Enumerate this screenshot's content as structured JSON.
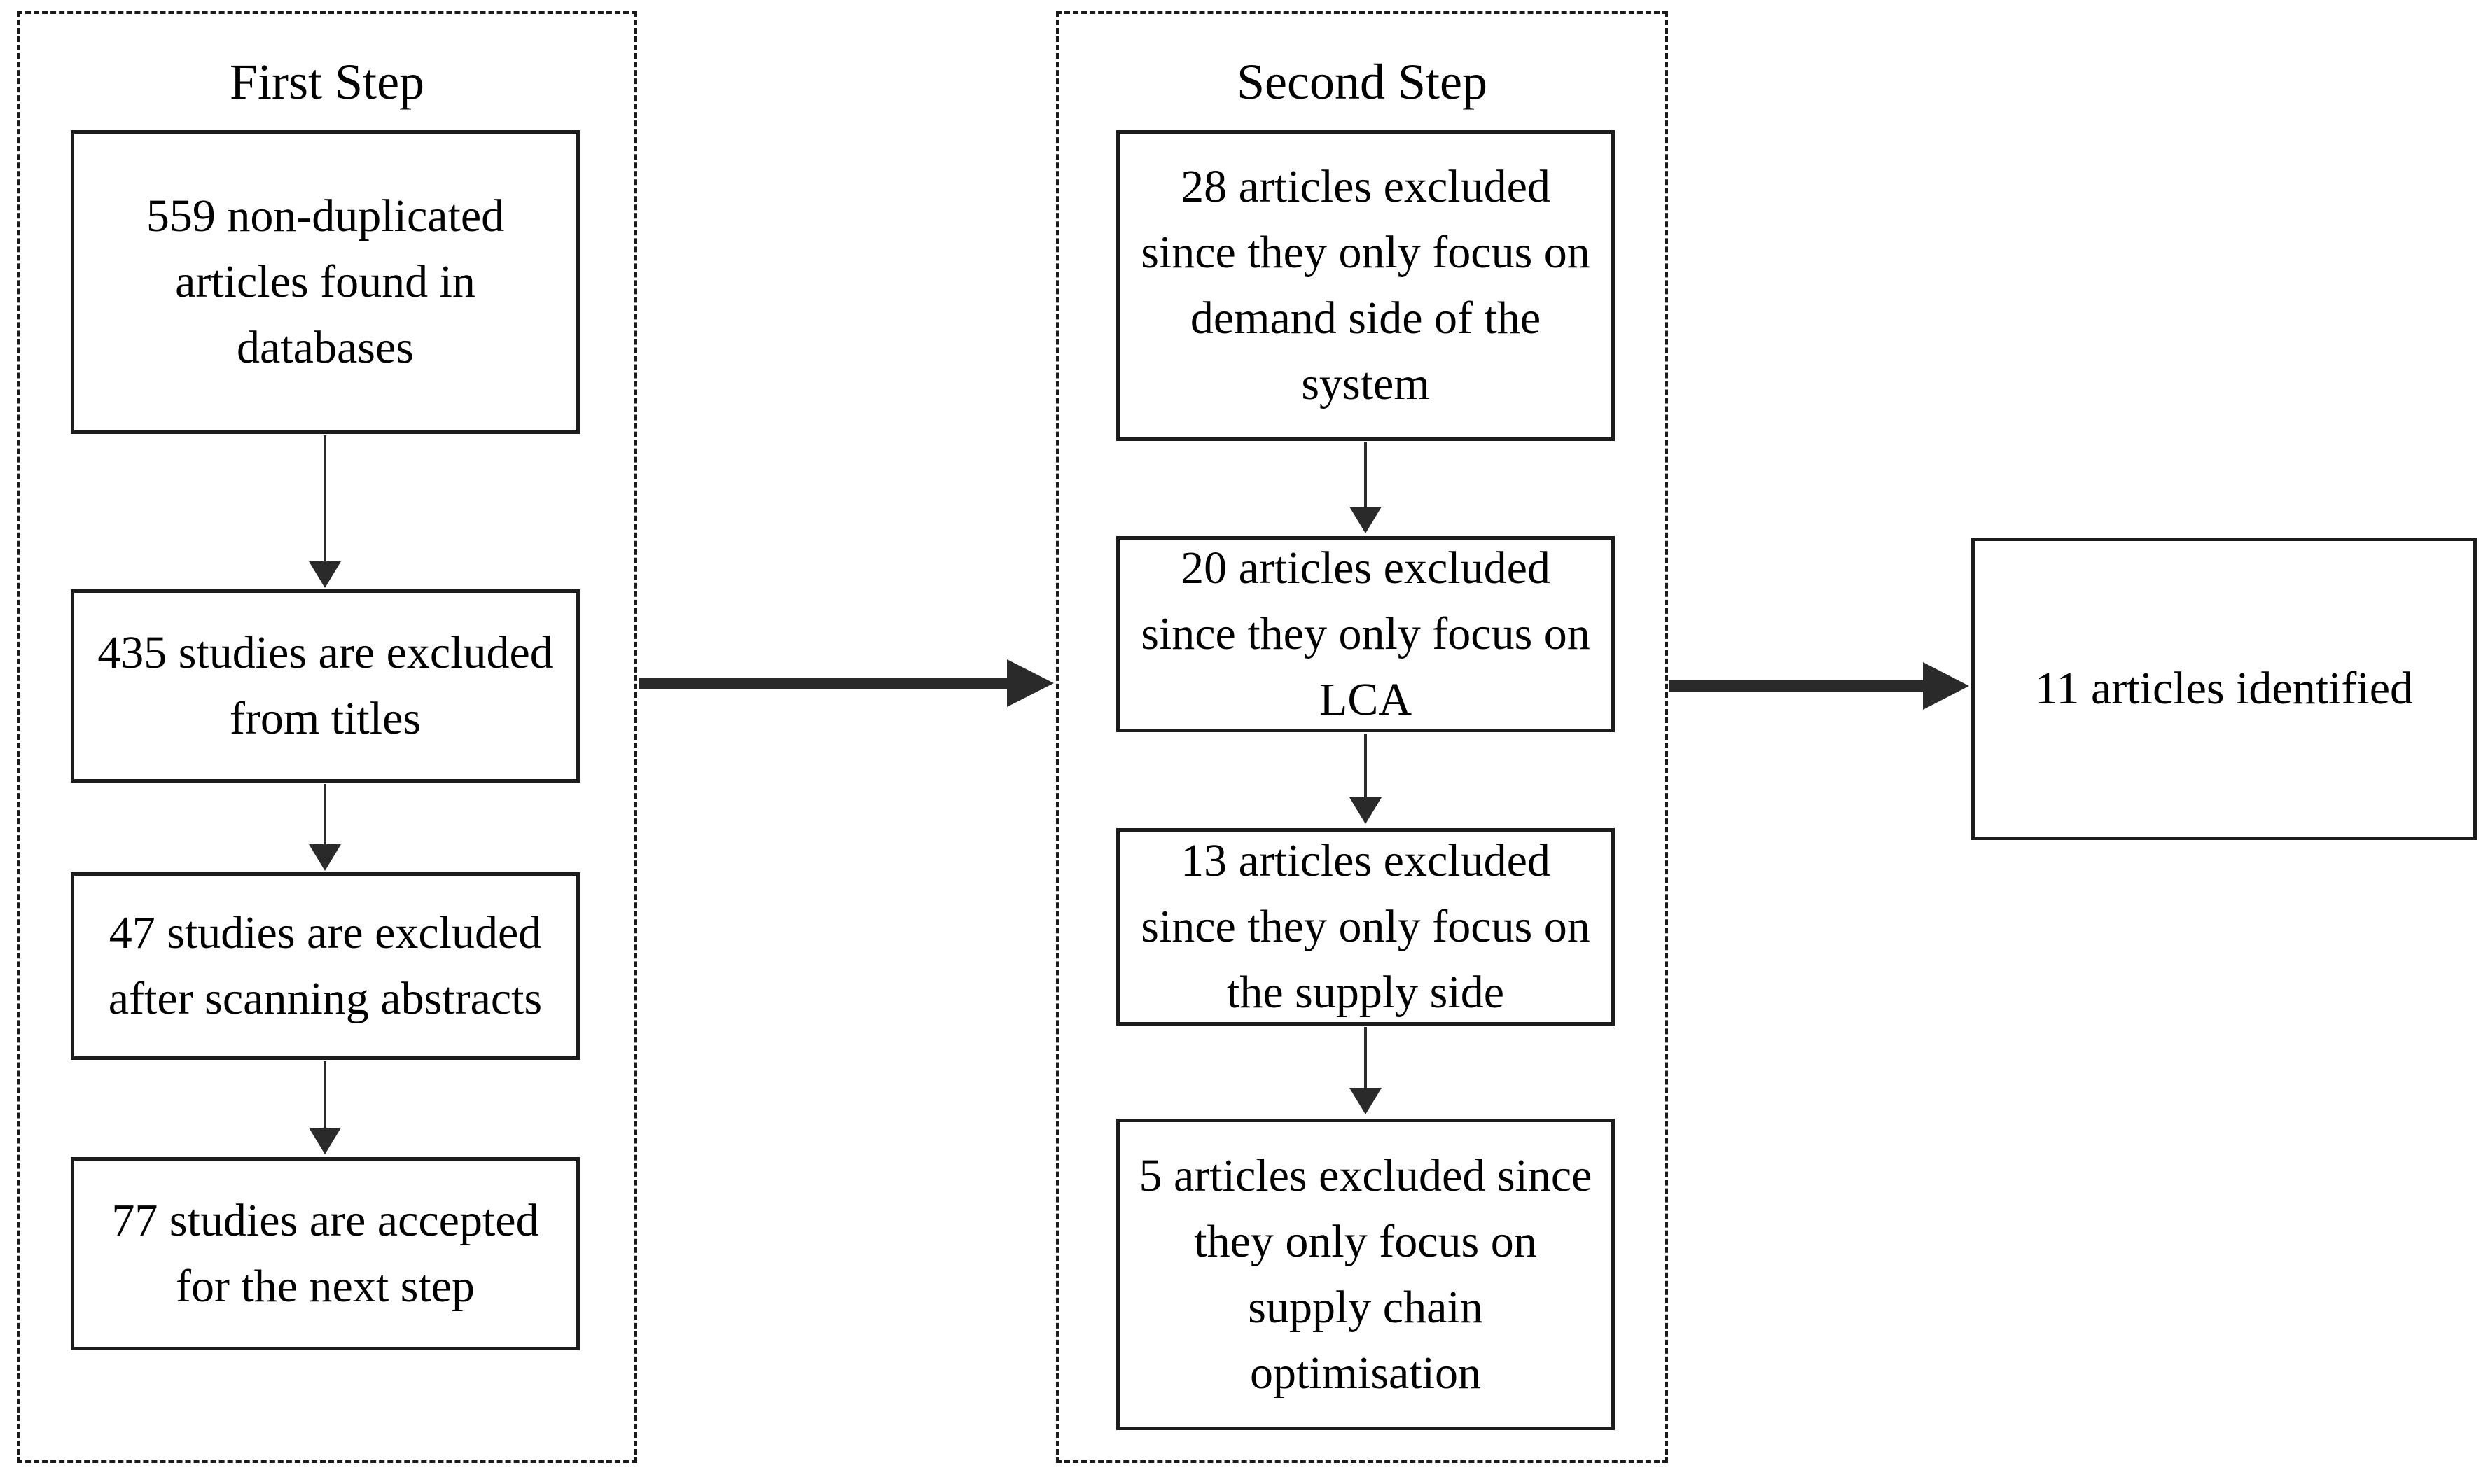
{
  "figure": {
    "background": "#ffffff",
    "stroke_color": "#231f20",
    "text_color": "#000000",
    "first_step": {
      "title": "First Step",
      "boxes": [
        {
          "id": "found-databases",
          "label": "559 non-duplicated\narticles found in\ndatabases"
        },
        {
          "id": "excluded-titles",
          "label": "435 studies are excluded\nfrom titles"
        },
        {
          "id": "excluded-abstracts",
          "label": "47 studies are excluded\nafter scanning abstracts"
        },
        {
          "id": "accepted-next-step",
          "label": "77 studies are accepted\nfor the next step"
        }
      ]
    },
    "second_step": {
      "title": "Second Step",
      "boxes": [
        {
          "id": "excluded-demand-side",
          "label": "28 articles excluded\nsince they only focus on\ndemand side of the\nsystem"
        },
        {
          "id": "excluded-lca",
          "label": "20 articles excluded\nsince they only focus on\nLCA"
        },
        {
          "id": "excluded-supply-side",
          "label": "13 articles excluded\nsince they only focus on\nthe supply side"
        },
        {
          "id": "excluded-supply-chain-optimisation",
          "label": "5 articles excluded since\nthey only focus on\nsupply chain\noptimisation"
        }
      ]
    },
    "result": {
      "id": "articles-identified",
      "label": "11 articles identified"
    },
    "edges": [
      {
        "from": "found-databases",
        "to": "excluded-titles"
      },
      {
        "from": "excluded-titles",
        "to": "excluded-abstracts"
      },
      {
        "from": "excluded-abstracts",
        "to": "accepted-next-step"
      },
      {
        "from": "first_step",
        "to": "second_step"
      },
      {
        "from": "excluded-demand-side",
        "to": "excluded-lca"
      },
      {
        "from": "excluded-lca",
        "to": "excluded-supply-side"
      },
      {
        "from": "excluded-supply-side",
        "to": "excluded-supply-chain-optimisation"
      },
      {
        "from": "second_step",
        "to": "articles-identified"
      }
    ]
  }
}
